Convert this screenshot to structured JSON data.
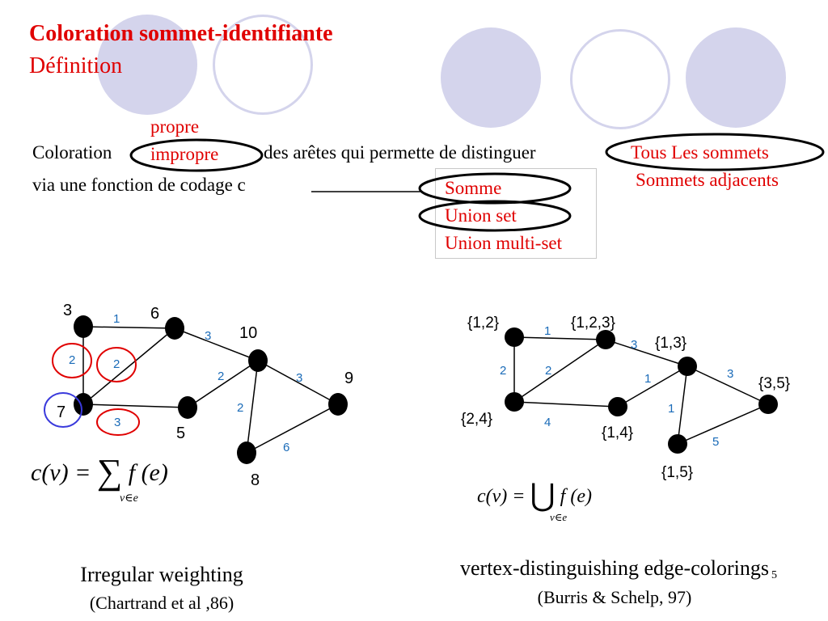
{
  "slide": {
    "title": "Coloration sommet-identifiante",
    "subtitle": "Définition",
    "page_number": "5"
  },
  "definition": {
    "line1_prefix": "Coloration",
    "option_propre": "propre",
    "option_impropre": "impropre",
    "line1_middle": "des arêtes qui permette de distinguer",
    "target_all": "Tous Les sommets",
    "target_adjacent": "Sommets adjacents",
    "line2": "via une fonction de codage c",
    "coding_options": [
      "Somme",
      "Union set",
      "Union multi-set"
    ]
  },
  "left_graph": {
    "vertex_labels": [
      "3",
      "6",
      "10",
      "9",
      "7",
      "5",
      "8"
    ],
    "edge_labels": [
      "1",
      "3",
      "2",
      "3",
      "2",
      "2",
      "3",
      "2",
      "6"
    ],
    "formula_lhs": "c(v) =",
    "formula_op": "∑",
    "formula_sub": "v∈e",
    "formula_rhs": "f (e)",
    "caption": "Irregular weighting",
    "citation": "(Chartrand et al ,86)"
  },
  "right_graph": {
    "vertex_labels": [
      "{1,2}",
      "{1,2,3}",
      "{1,3}",
      "{3,5}",
      "{2,4}",
      "{1,4}",
      "{1,5}"
    ],
    "edge_labels": [
      "1",
      "3",
      "2",
      "2",
      "1",
      "3",
      "4",
      "1",
      "5"
    ],
    "formula_lhs": "c(v) =",
    "formula_op": "⋃",
    "formula_sub": "v∈e",
    "formula_rhs": "f (e)",
    "caption": "vertex-distinguishing edge-colorings",
    "citation": "(Burris & Schelp, 97)"
  },
  "colors": {
    "title_red": "#e00000",
    "decor_lavender": "#d4d4ec",
    "edge_label_blue": "#1a6bb8",
    "highlight_red": "#e00000",
    "highlight_blue": "#3a3adc"
  }
}
